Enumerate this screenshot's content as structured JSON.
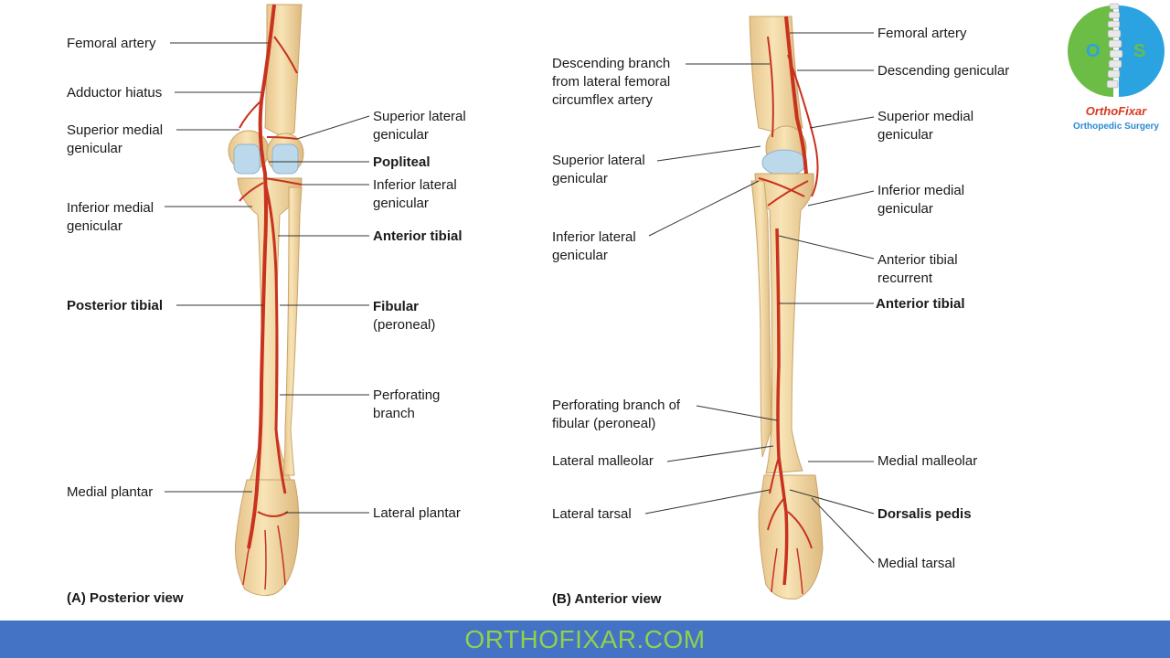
{
  "posterior": {
    "caption": "(A) Posterior view",
    "left_labels": [
      {
        "text": "Femoral artery",
        "bold": false
      },
      {
        "text": "Adductor hiatus",
        "bold": false
      },
      {
        "text": "Superior medial\ngenicular",
        "bold": false
      },
      {
        "text": "Inferior medial\ngenicular",
        "bold": false
      },
      {
        "text": "Posterior tibial",
        "bold": true
      },
      {
        "text": "Medial plantar",
        "bold": false
      }
    ],
    "right_labels": [
      {
        "text": "Superior lateral\ngenicular",
        "bold": false
      },
      {
        "text": "Popliteal",
        "bold": true
      },
      {
        "text": "Inferior lateral\ngenicular",
        "bold": false
      },
      {
        "text": "Anterior tibial",
        "bold": true
      },
      {
        "text": "Fibular",
        "bold": true
      },
      {
        "text": "(peroneal)",
        "bold": false
      },
      {
        "text": "Perforating\nbranch",
        "bold": false
      },
      {
        "text": "Lateral plantar",
        "bold": false
      }
    ]
  },
  "anterior": {
    "caption": "(B) Anterior view",
    "left_labels": [
      {
        "text": "Descending branch\nfrom lateral femoral\ncircumflex artery",
        "bold": false
      },
      {
        "text": "Superior lateral\ngenicular",
        "bold": false
      },
      {
        "text": "Inferior lateral\ngenicular",
        "bold": false
      },
      {
        "text": "Perforating branch of\nfibular (peroneal)",
        "bold": false
      },
      {
        "text": "Lateral malleolar",
        "bold": false
      },
      {
        "text": "Lateral tarsal",
        "bold": false
      }
    ],
    "right_labels": [
      {
        "text": "Femoral artery",
        "bold": false
      },
      {
        "text": "Descending genicular",
        "bold": false
      },
      {
        "text": "Superior medial\ngenicular",
        "bold": false
      },
      {
        "text": "Inferior medial\ngenicular",
        "bold": false
      },
      {
        "text": "Anterior tibial\nrecurrent",
        "bold": false
      },
      {
        "text": "Anterior tibial",
        "bold": true
      },
      {
        "text": "Medial malleolar",
        "bold": false
      },
      {
        "text": "Dorsalis pedis",
        "bold": true
      },
      {
        "text": "Medial tarsal",
        "bold": false
      }
    ]
  },
  "logo": {
    "brand": "OrthoFixar",
    "subtitle": "Orthopedic Surgery",
    "letters": [
      "O",
      "S"
    ]
  },
  "footer": {
    "text": "ORTHOFIXAR.COM"
  },
  "colors": {
    "bone": "#f3d9a4",
    "bone_shade": "#d9b77a",
    "artery": "#c8321e",
    "cartilage": "#bcd9ec",
    "footer_bg": "#4472c4",
    "footer_text": "#8fd14f"
  }
}
